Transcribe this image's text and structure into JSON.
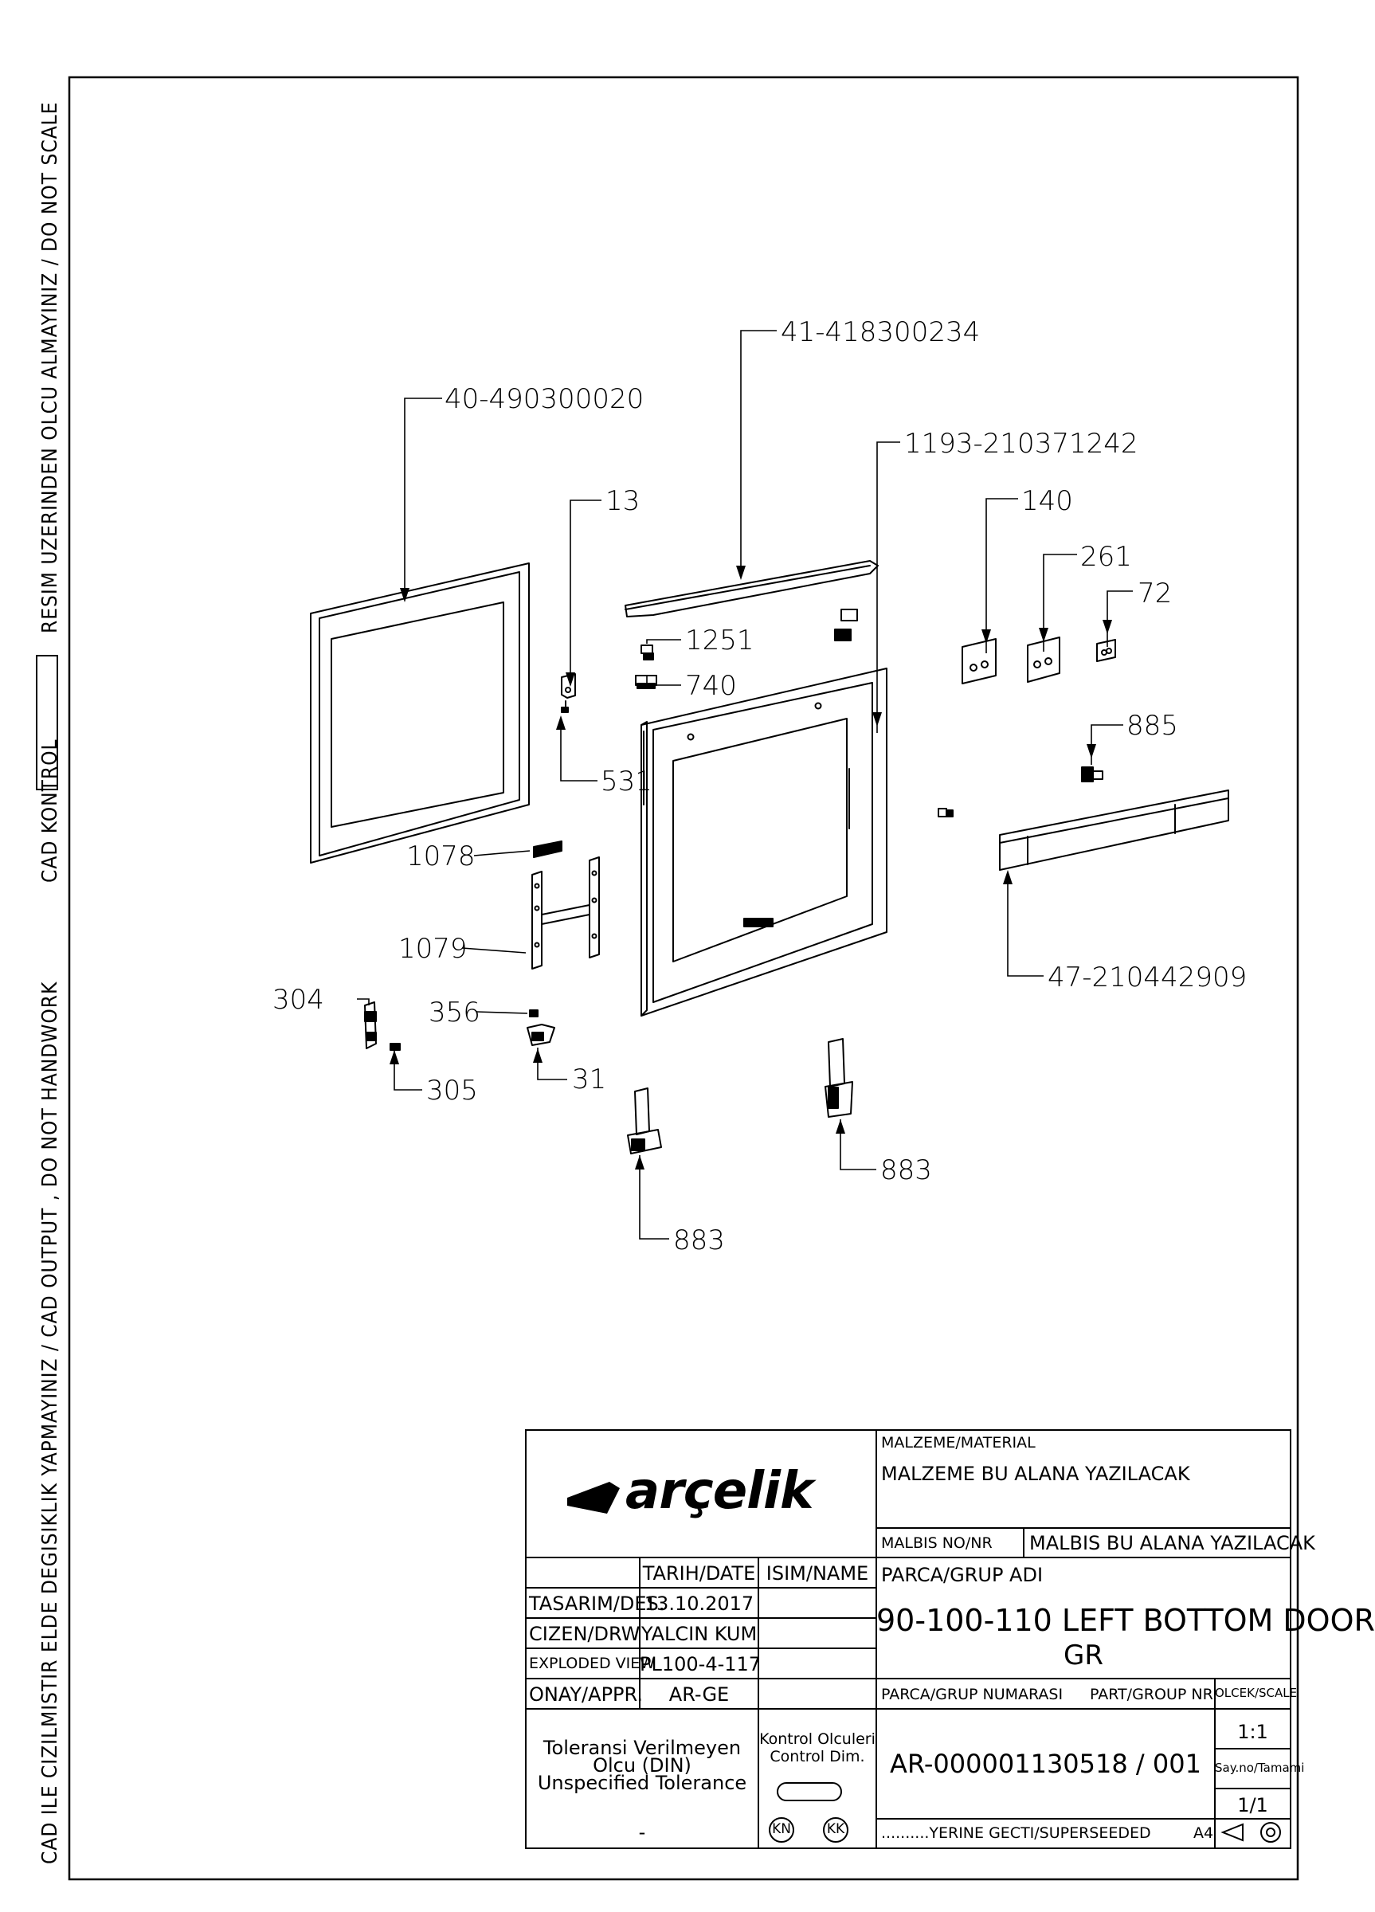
{
  "side_notes": {
    "top": "RESIM UZERINDEN OLCU ALMAYINIZ / DO NOT SCALE",
    "middle": "CAD KONTROL",
    "bottom": "CAD ILE CIZILMISTIR ELDE DEGISIKLIK YAPMAYINIZ / CAD OUTPUT , DO NOT HANDWORK"
  },
  "callouts": {
    "c1": "40-490300020",
    "c2": "41-418300234",
    "c3": "1193-210371242",
    "c4": "13",
    "c5": "140",
    "c6": "261",
    "c7": "72",
    "c8": "1251",
    "c9": "740",
    "c10": "885",
    "c11": "531",
    "c12": "1078",
    "c13": "1079",
    "c14": "47-210442909",
    "c15": "304",
    "c16": "356",
    "c17": "305",
    "c18": "31",
    "c19": "883",
    "c20": "883"
  },
  "title_block": {
    "logo": "arçelik",
    "material_label": "MALZEME/MATERIAL",
    "material_value": "MALZEME BU ALANA YAZILACAK",
    "malbis_label": "MALBIS NO/NR",
    "malbis_value": "MALBIS BU ALANA YAZILACAK",
    "col_date": "TARIH/DATE",
    "col_name": "ISIM/NAME",
    "row_design": "TASARIM/DES.",
    "row_design_date": "13.10.2017",
    "row_drawn": "CIZEN/DRW",
    "row_drawn_value": "YALCIN KUM",
    "row_exploded": "EXPLODED VIEW",
    "row_exploded_value": "PL100-4-117",
    "row_approved": "ONAY/APPR.",
    "row_approved_value": "AR-GE",
    "part_group_label": "PARCA/GRUP ADI",
    "part_group_name_line1": "90-100-110 LEFT BOTTOM DOOR",
    "part_group_name_line2": "GR",
    "tolerance_line1": "Toleransi Verilmeyen",
    "tolerance_line2": "Olcu (DIN)",
    "tolerance_line3": "Unspecified Tolerance",
    "tolerance_value": "-",
    "control_line1": "Kontrol Olculeri",
    "control_line2": "Control Dim.",
    "kn": "KN",
    "kk": "KK",
    "part_number_label": "PARCA/GRUP NUMARASI",
    "part_number_label_en": "PART/GROUP NR.",
    "part_number": "AR-000001130518 / 001",
    "scale_label": "OLCEK/SCALE",
    "scale_value": "1:1",
    "sheet_label": "Say.no/Tamami",
    "sheet_value": "1/1",
    "superseded": "..........YERINE GECTI/SUPERSEEDED",
    "paper_size": "A4"
  }
}
